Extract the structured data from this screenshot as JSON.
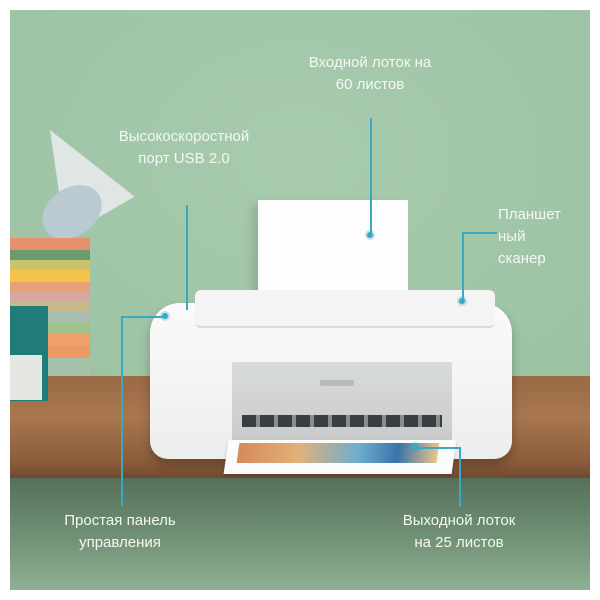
{
  "callouts": {
    "input_tray": [
      "Входной лоток на",
      "60 листов"
    ],
    "usb_port": [
      "Высокоскоростной",
      "порт USB 2.0"
    ],
    "flatbed_scanner": [
      "Планшет",
      "ный",
      "сканер"
    ],
    "control_panel": [
      "Простая панель",
      "управления"
    ],
    "output_tray": [
      "Выходной лоток",
      "на 25 листов"
    ]
  },
  "colors": {
    "wall": "#a2c6a8",
    "callout_line": "#3aa8c2",
    "label_text": "#f4f8f4"
  }
}
